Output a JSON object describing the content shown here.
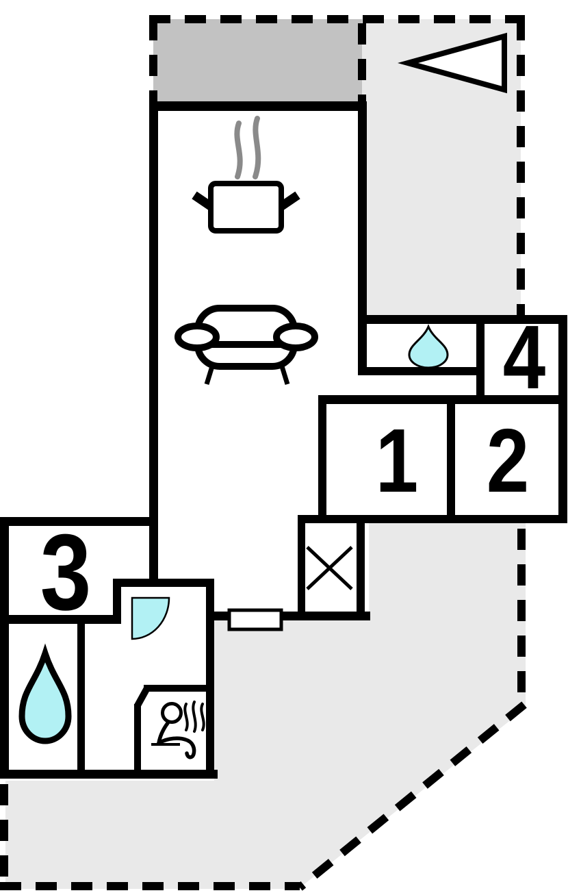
{
  "page": {
    "title": "Apartment floor plan"
  },
  "floorplan": {
    "rooms": [
      {
        "id": "room-1",
        "number": "1"
      },
      {
        "id": "room-2",
        "number": "2"
      },
      {
        "id": "room-3",
        "number": "3"
      },
      {
        "id": "room-4",
        "number": "4"
      }
    ],
    "icons": {
      "north_arrow": "left-pointing-triangle-icon",
      "kitchen": "steaming-pot-icon",
      "living": "sofa-icon",
      "bathroom_small": "water-drop-icon",
      "bathroom_large": "water-drop-icon",
      "shower": "quarter-circle-shower-icon",
      "sauna": "sauna-person-icon",
      "wardrobe": "x-cross-icon",
      "window": "window-opening"
    },
    "colors": {
      "wall": "#000000",
      "terrace_dark": "#c2c2c2",
      "terrace_light": "#e9e9e9",
      "water": "#b2f1f4",
      "steam": "#8a8a8a",
      "background": "#ffffff",
      "number": "#000000"
    }
  }
}
